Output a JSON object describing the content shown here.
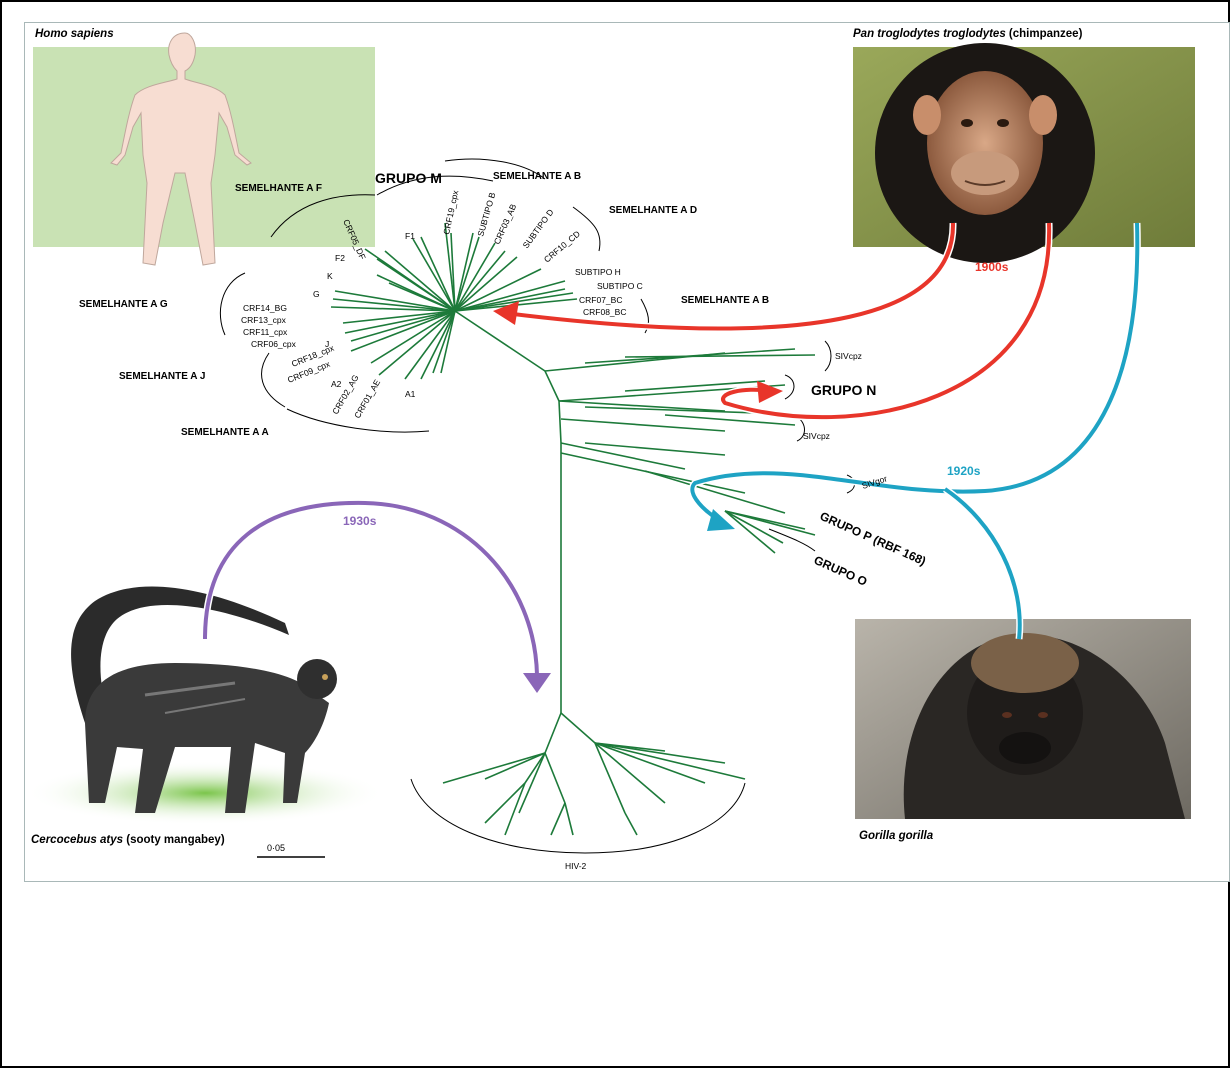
{
  "figure": {
    "species": {
      "human": "Homo sapiens",
      "chimp_genus": "Pan troglodytes troglodytes",
      "chimp_common": " (chimpanzee)",
      "gorilla": "Gorilla gorilla",
      "mangabey_genus": "Cercocebus atys",
      "mangabey_common": " (sooty mangabey)"
    },
    "eras": {
      "chimp_m": "1900s",
      "gorilla": "1920s",
      "mangabey": "1930s"
    },
    "groups": {
      "m": "GRUPO M",
      "n": "GRUPO N",
      "p": "GRUPO P (RBF 168)",
      "o": "GRUPO O"
    },
    "clusters": {
      "af": "SEMELHANTE A F",
      "ab_top": "SEMELHANTE A B",
      "ad": "SEMELHANTE A D",
      "ab_right": "SEMELHANTE A B",
      "ag": "SEMELHANTE A G",
      "aj": "SEMELHANTE A J",
      "aa": "SEMELHANTE A A"
    },
    "leaves": {
      "crf05": "CRF05_DF",
      "f1": "F1",
      "f2": "F2",
      "k": "K",
      "g": "G",
      "crf19": "CRF19_cpx",
      "subtipo_b": "SUBTIPO B",
      "crf03": "CRF03_AB",
      "subtipo_d": "SUBTIPO D",
      "crf10": "CRF10_CD",
      "subtipo_h": "SUBTIPO H",
      "subtipo_c": "SUBTIPO C",
      "crf07": "CRF07_BC",
      "crf08": "CRF08_BC",
      "crf14": "CRF14_BG",
      "crf13": "CRF13_cpx",
      "crf11": "CRF11_cpx",
      "crf06": "CRF06_cpx",
      "j": "J",
      "crf18": "CRF18_cpx",
      "crf09": "CRF09_cpx",
      "a2": "A2",
      "crf02": "CRF02_AG",
      "crf01": "CRF01_AE",
      "a1": "A1",
      "sivcpz_top": "SIVcpz",
      "sivcpz_bottom": "SIVcpz",
      "sivgor": "SIVgor",
      "hiv2": "HIV-2"
    },
    "scale": "0·05",
    "colors": {
      "tree": "#1d7a3a",
      "chimp_arrow": "#e8352a",
      "gorilla_arrow": "#1ea3c4",
      "mangabey_arrow": "#8a66b8",
      "human_box": "#c9e2b4"
    }
  }
}
